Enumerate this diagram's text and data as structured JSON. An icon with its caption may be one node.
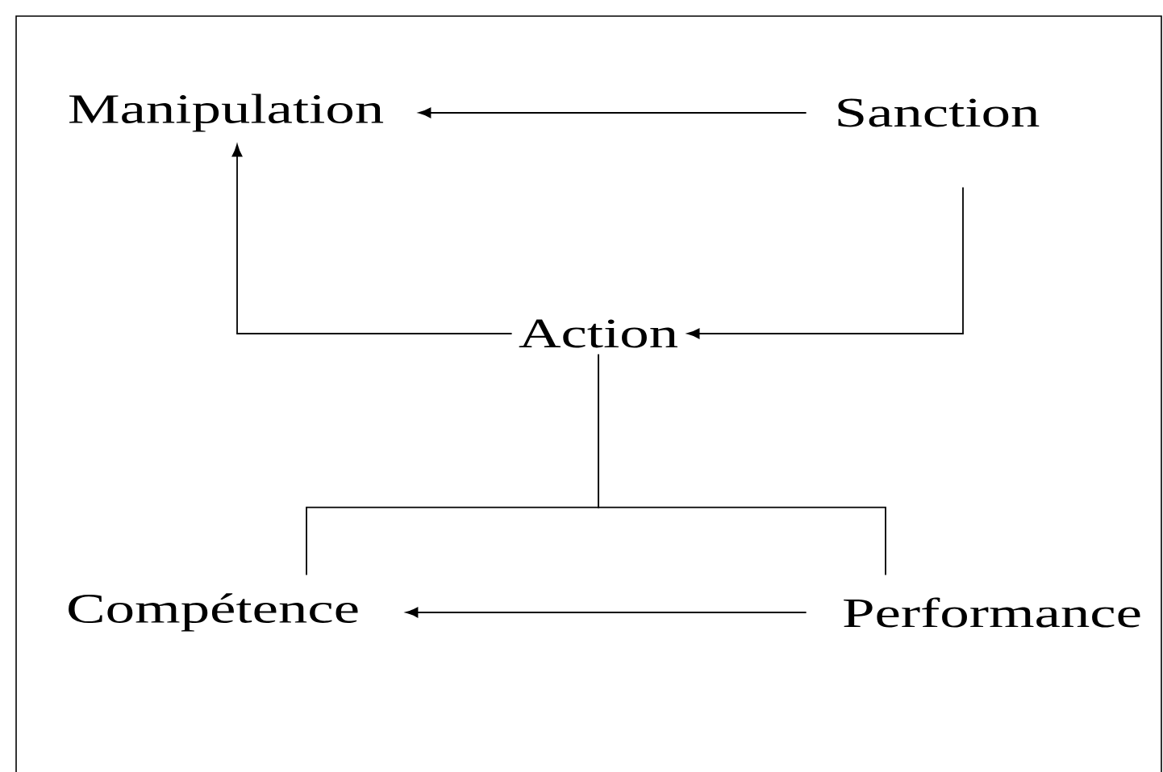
{
  "diagram": {
    "nodes": [
      {
        "text": [
          "Manipulation"
        ]
      },
      {
        "text": [
          "Sanction"
        ]
      },
      {
        "text": [
          "Action"
        ]
      },
      {
        "text": [
          "Compétence"
        ]
      },
      {
        "text": [
          "Performance"
        ]
      }
    ],
    "edges": [
      {
        "from": 1,
        "to": 0,
        "arrow": "to"
      },
      {
        "from": 1,
        "to": 2,
        "arrow": "to"
      },
      {
        "from": 2,
        "to": 0,
        "arrow": "to"
      },
      {
        "from": 2,
        "to": 3,
        "arrow": "none"
      },
      {
        "from": 2,
        "to": 4,
        "arrow": "none"
      },
      {
        "from": 4,
        "to": 3,
        "arrow": "to"
      }
    ]
  }
}
